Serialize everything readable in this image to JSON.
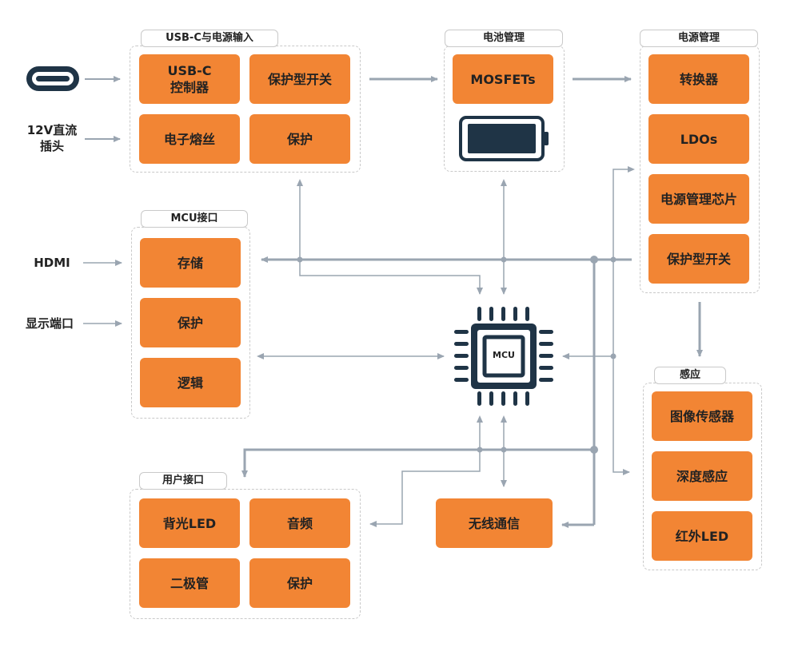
{
  "groups": {
    "usb": {
      "title": "USB-C与电源输入",
      "items": [
        "USB-C\n控制器",
        "保护型开关",
        "电子熔丝",
        "保护"
      ]
    },
    "battery": {
      "title": "电池管理",
      "items": [
        "MOSFETs"
      ]
    },
    "power": {
      "title": "电源管理",
      "items": [
        "转换器",
        "LDOs",
        "电源管理芯片",
        "保护型开关"
      ]
    },
    "mcu_if": {
      "title": "MCU接口",
      "items": [
        "存储",
        "保护",
        "逻辑"
      ]
    },
    "sensing": {
      "title": "感应",
      "items": [
        "图像传感器",
        "深度感应",
        "红外LED"
      ]
    },
    "user_if": {
      "title": "用户接口",
      "items": [
        "背光LED",
        "音频",
        "二极管",
        "保护"
      ]
    }
  },
  "wireless": "无线通信",
  "mcu_chip": "MCU",
  "inputs": {
    "dc_jack": "12V直流\n插头",
    "hdmi": "HDMI",
    "displayport": "显示端口"
  },
  "icons": {
    "usb_c": "usb-c-port-icon",
    "battery": "battery-icon",
    "mcu": "microcontroller-chip-icon"
  },
  "colors": {
    "block": "#f28534",
    "line": "#9aa5b1",
    "dark": "#1f3446"
  }
}
